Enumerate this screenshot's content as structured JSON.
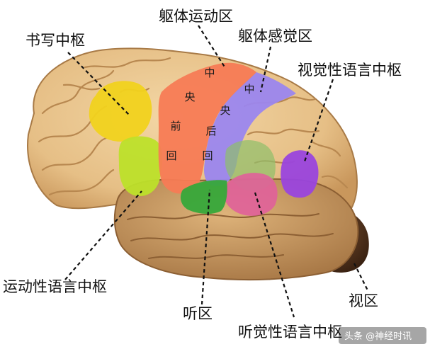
{
  "labels": {
    "somatomotor_area": "躯体运动区",
    "somatosensory_area": "躯体感觉区",
    "writing_center": "书写中枢",
    "visual_language_center": "视觉性语言中枢",
    "motor_language_center": "运动性语言中枢",
    "auditory_area": "听区",
    "visual_area": "视区",
    "auditory_language_center": "听觉性语言中枢"
  },
  "gyri": {
    "precentral": [
      "中",
      "央",
      "前",
      "回"
    ],
    "postcentral": [
      "中",
      "央",
      "后",
      "回"
    ]
  },
  "watermark": "头条 @神经时讯",
  "colors": {
    "brain_base": "#e8c48a",
    "brain_fold": "#b88850",
    "temporal_lobe": "#c99a5e",
    "cerebellum": "#5e3a22",
    "precentral_gyrus": "#f77b55",
    "postcentral_gyrus": "#9b86ee",
    "writing_center": "#f1d21e",
    "motor_language_center": "#bde02a",
    "auditory_area": "#36a83a",
    "auditory_language_center": "#e0609a",
    "visual_language_center": "#9a45dd",
    "insula_green": "#8fbf6a"
  }
}
